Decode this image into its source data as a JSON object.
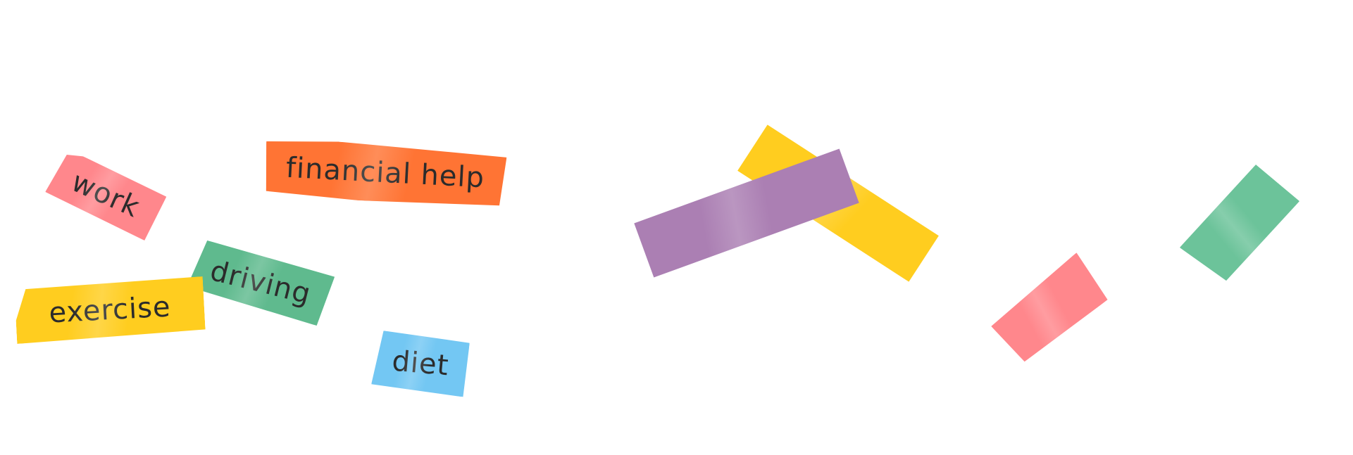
{
  "tapes": {
    "work": {
      "label": "work",
      "color": "#ff878c"
    },
    "financial": {
      "label": "financial  help",
      "color": "#ff7434"
    },
    "driving": {
      "label": "driving",
      "color": "#5fba8e"
    },
    "exercise": {
      "label": "exercise",
      "color": "#ffcd1f"
    },
    "diet": {
      "label": "diet",
      "color": "#73c7f3"
    }
  },
  "decorative_tapes": [
    {
      "name": "yellow",
      "color": "#ffcd1f"
    },
    {
      "name": "purple",
      "color": "#ab7fb3"
    },
    {
      "name": "red",
      "color": "#ff878c"
    },
    {
      "name": "green",
      "color": "#6cc39a"
    }
  ],
  "text_color": "#2b2b2b"
}
